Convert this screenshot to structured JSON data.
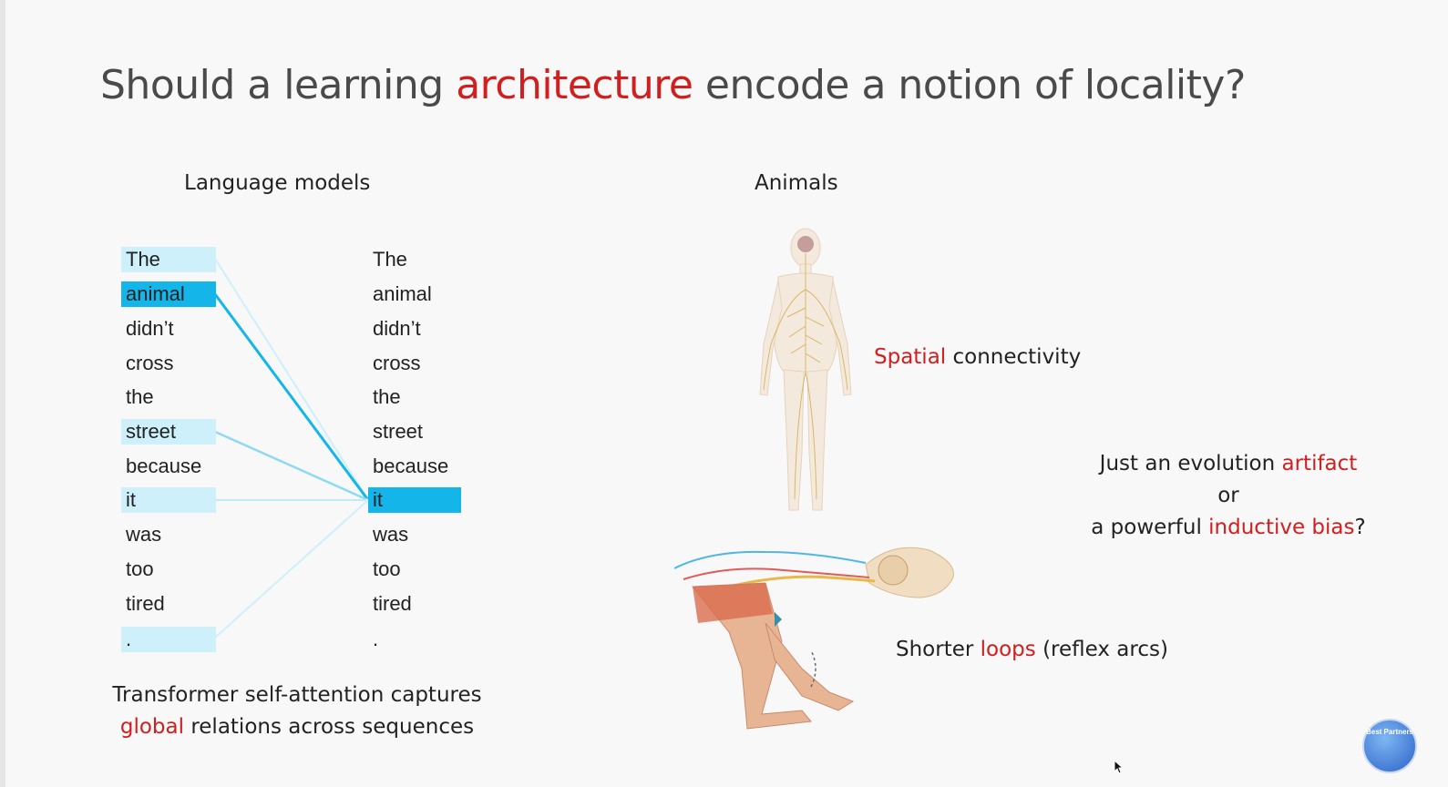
{
  "slide": {
    "title_parts": [
      "Should a learning ",
      "architecture",
      " encode a notion of locality?"
    ],
    "left_header": "Language models",
    "right_header": "Animals",
    "left_words": [
      "The",
      "animal",
      "didn’t",
      "cross",
      "the",
      "street",
      "because",
      "it",
      "was",
      "too",
      "tired",
      "."
    ],
    "right_words": [
      "The",
      "animal",
      "didn’t",
      "cross",
      "the",
      "street",
      "because",
      "it",
      "was",
      "too",
      "tired",
      "."
    ],
    "caption_line1": "Transformer self-attention captures",
    "caption_line2_red": "global",
    "caption_line2_rest": " relations across sequences",
    "spatial_red": "Spatial",
    "spatial_rest": " connectivity",
    "evo_line1_a": "Just an evolution ",
    "evo_line1_red": "artifact",
    "evo_line2": "or",
    "evo_line3_a": "a powerful ",
    "evo_line3_red": "inductive bias",
    "evo_line3_b": "?",
    "loops_a": "Shorter ",
    "loops_red": "loops",
    "loops_b": " (reflex arcs)",
    "badge_text": "Best Partners"
  },
  "colors": {
    "accent_red": "#d11e1e",
    "highlight_strong": "#14b6ea",
    "highlight_light": "#cdf0fb"
  }
}
